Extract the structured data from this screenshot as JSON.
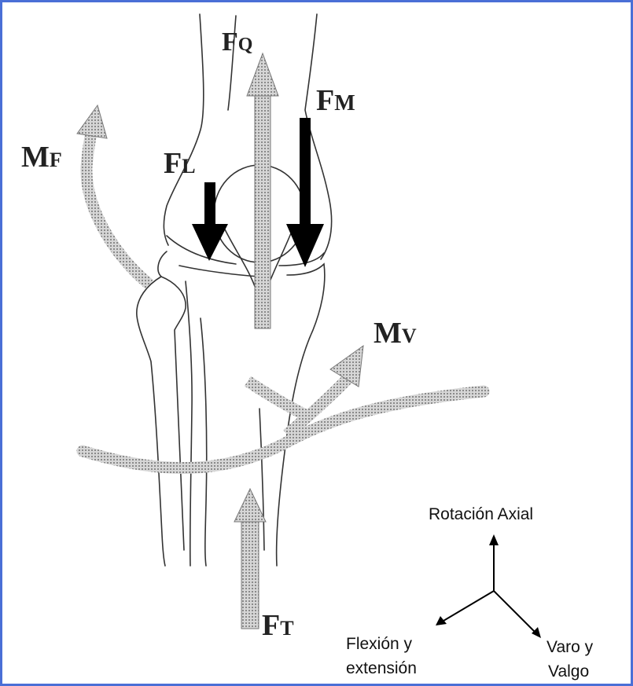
{
  "colors": {
    "border": "#4a6fd6",
    "bone_line": "#333333",
    "gray_arrow": "#bdbdbd",
    "black_arrow": "#000000"
  },
  "forces": {
    "fq": {
      "main": "F",
      "sub": "Q"
    },
    "fm": {
      "main": "F",
      "sub": "M"
    },
    "fl": {
      "main": "F",
      "sub": "L"
    },
    "ft": {
      "main": "F",
      "sub": "T"
    }
  },
  "moments": {
    "mf": {
      "main": "M",
      "sub": "F"
    },
    "mv": {
      "main": "M",
      "sub": "V"
    }
  },
  "axes": {
    "axial": "Rotación Axial",
    "flexion_line1": "Flexión y",
    "flexion_line2": "extensión",
    "varus_line1": "Varo y",
    "varus_line2": "Valgo"
  }
}
